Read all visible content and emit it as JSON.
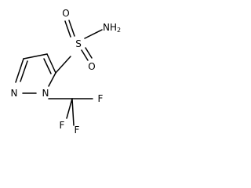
{
  "structure": {
    "atoms": {
      "n1": "N",
      "n2": "N",
      "s": "S",
      "o_top": "O",
      "o_bottom": "O",
      "amide_n": "NH",
      "amide_h": "2",
      "f_left": "F",
      "f_bottom": "F",
      "f_right": "F"
    }
  }
}
